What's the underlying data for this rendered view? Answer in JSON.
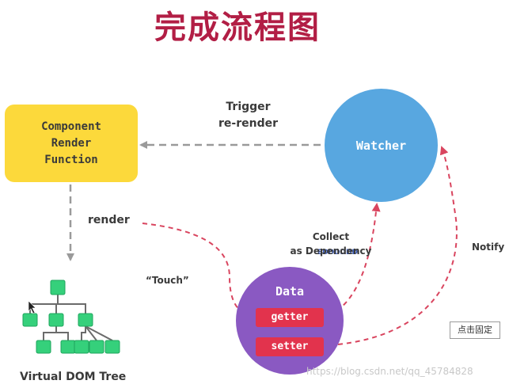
{
  "title": "完成流程图",
  "component": {
    "lines": [
      "Component",
      "Render",
      "Function"
    ]
  },
  "watcher": {
    "label": "Watcher"
  },
  "data_node": {
    "title": "Data",
    "getter": "getter",
    "setter": "setter"
  },
  "labels": {
    "trigger_line1": "Trigger",
    "trigger_line2": "re-render",
    "render": "render",
    "touch": "“Touch”",
    "collect_line1": "Collect",
    "collect_line2": "as Dependency",
    "notify": "Notify",
    "vdom": "Virtual DOM Tree",
    "overlap_text": "EDDDDDD"
  },
  "colors": {
    "title": "#b21e45",
    "component_fill": "#fcd93b",
    "watcher_fill": "#58a7e0",
    "data_fill": "#8a59c2",
    "pill_fill": "#e2334d",
    "tree_node": "#35d07b",
    "arrow_gray": "#9a9a9a",
    "arrow_red": "#d9455f"
  },
  "widgets": {
    "pin_button": "点击固定"
  },
  "watermark": "https://blog.csdn.net/qq_45784828"
}
